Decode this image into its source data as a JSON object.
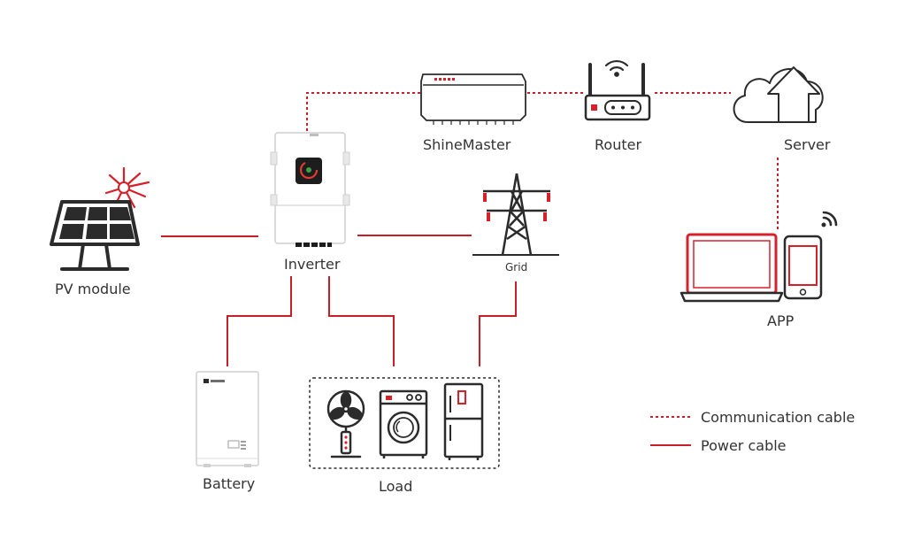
{
  "colors": {
    "power": "#c81e28",
    "comm": "#c81e28",
    "outline": "#2b2b2b",
    "accent_red": "#d8202a",
    "text": "#333333"
  },
  "nodes": {
    "pv": {
      "label": "PV module",
      "icon": "solar-panel-icon"
    },
    "inverter": {
      "label": "Inverter",
      "icon": "inverter-icon"
    },
    "grid": {
      "label": "Grid",
      "icon": "power-tower-icon"
    },
    "shinemaster": {
      "label": "ShineMaster",
      "icon": "shinemaster-icon"
    },
    "router": {
      "label": "Router",
      "icon": "router-icon"
    },
    "server": {
      "label": "Server",
      "icon": "cloud-upload-icon"
    },
    "app": {
      "label": "APP",
      "icon": "laptop-phone-icon"
    },
    "battery": {
      "label": "Battery",
      "icon": "battery-icon"
    },
    "load": {
      "label": "Load",
      "icon": "appliances-icon"
    }
  },
  "legend": {
    "communication": "Communication cable",
    "power": "Power cable"
  }
}
